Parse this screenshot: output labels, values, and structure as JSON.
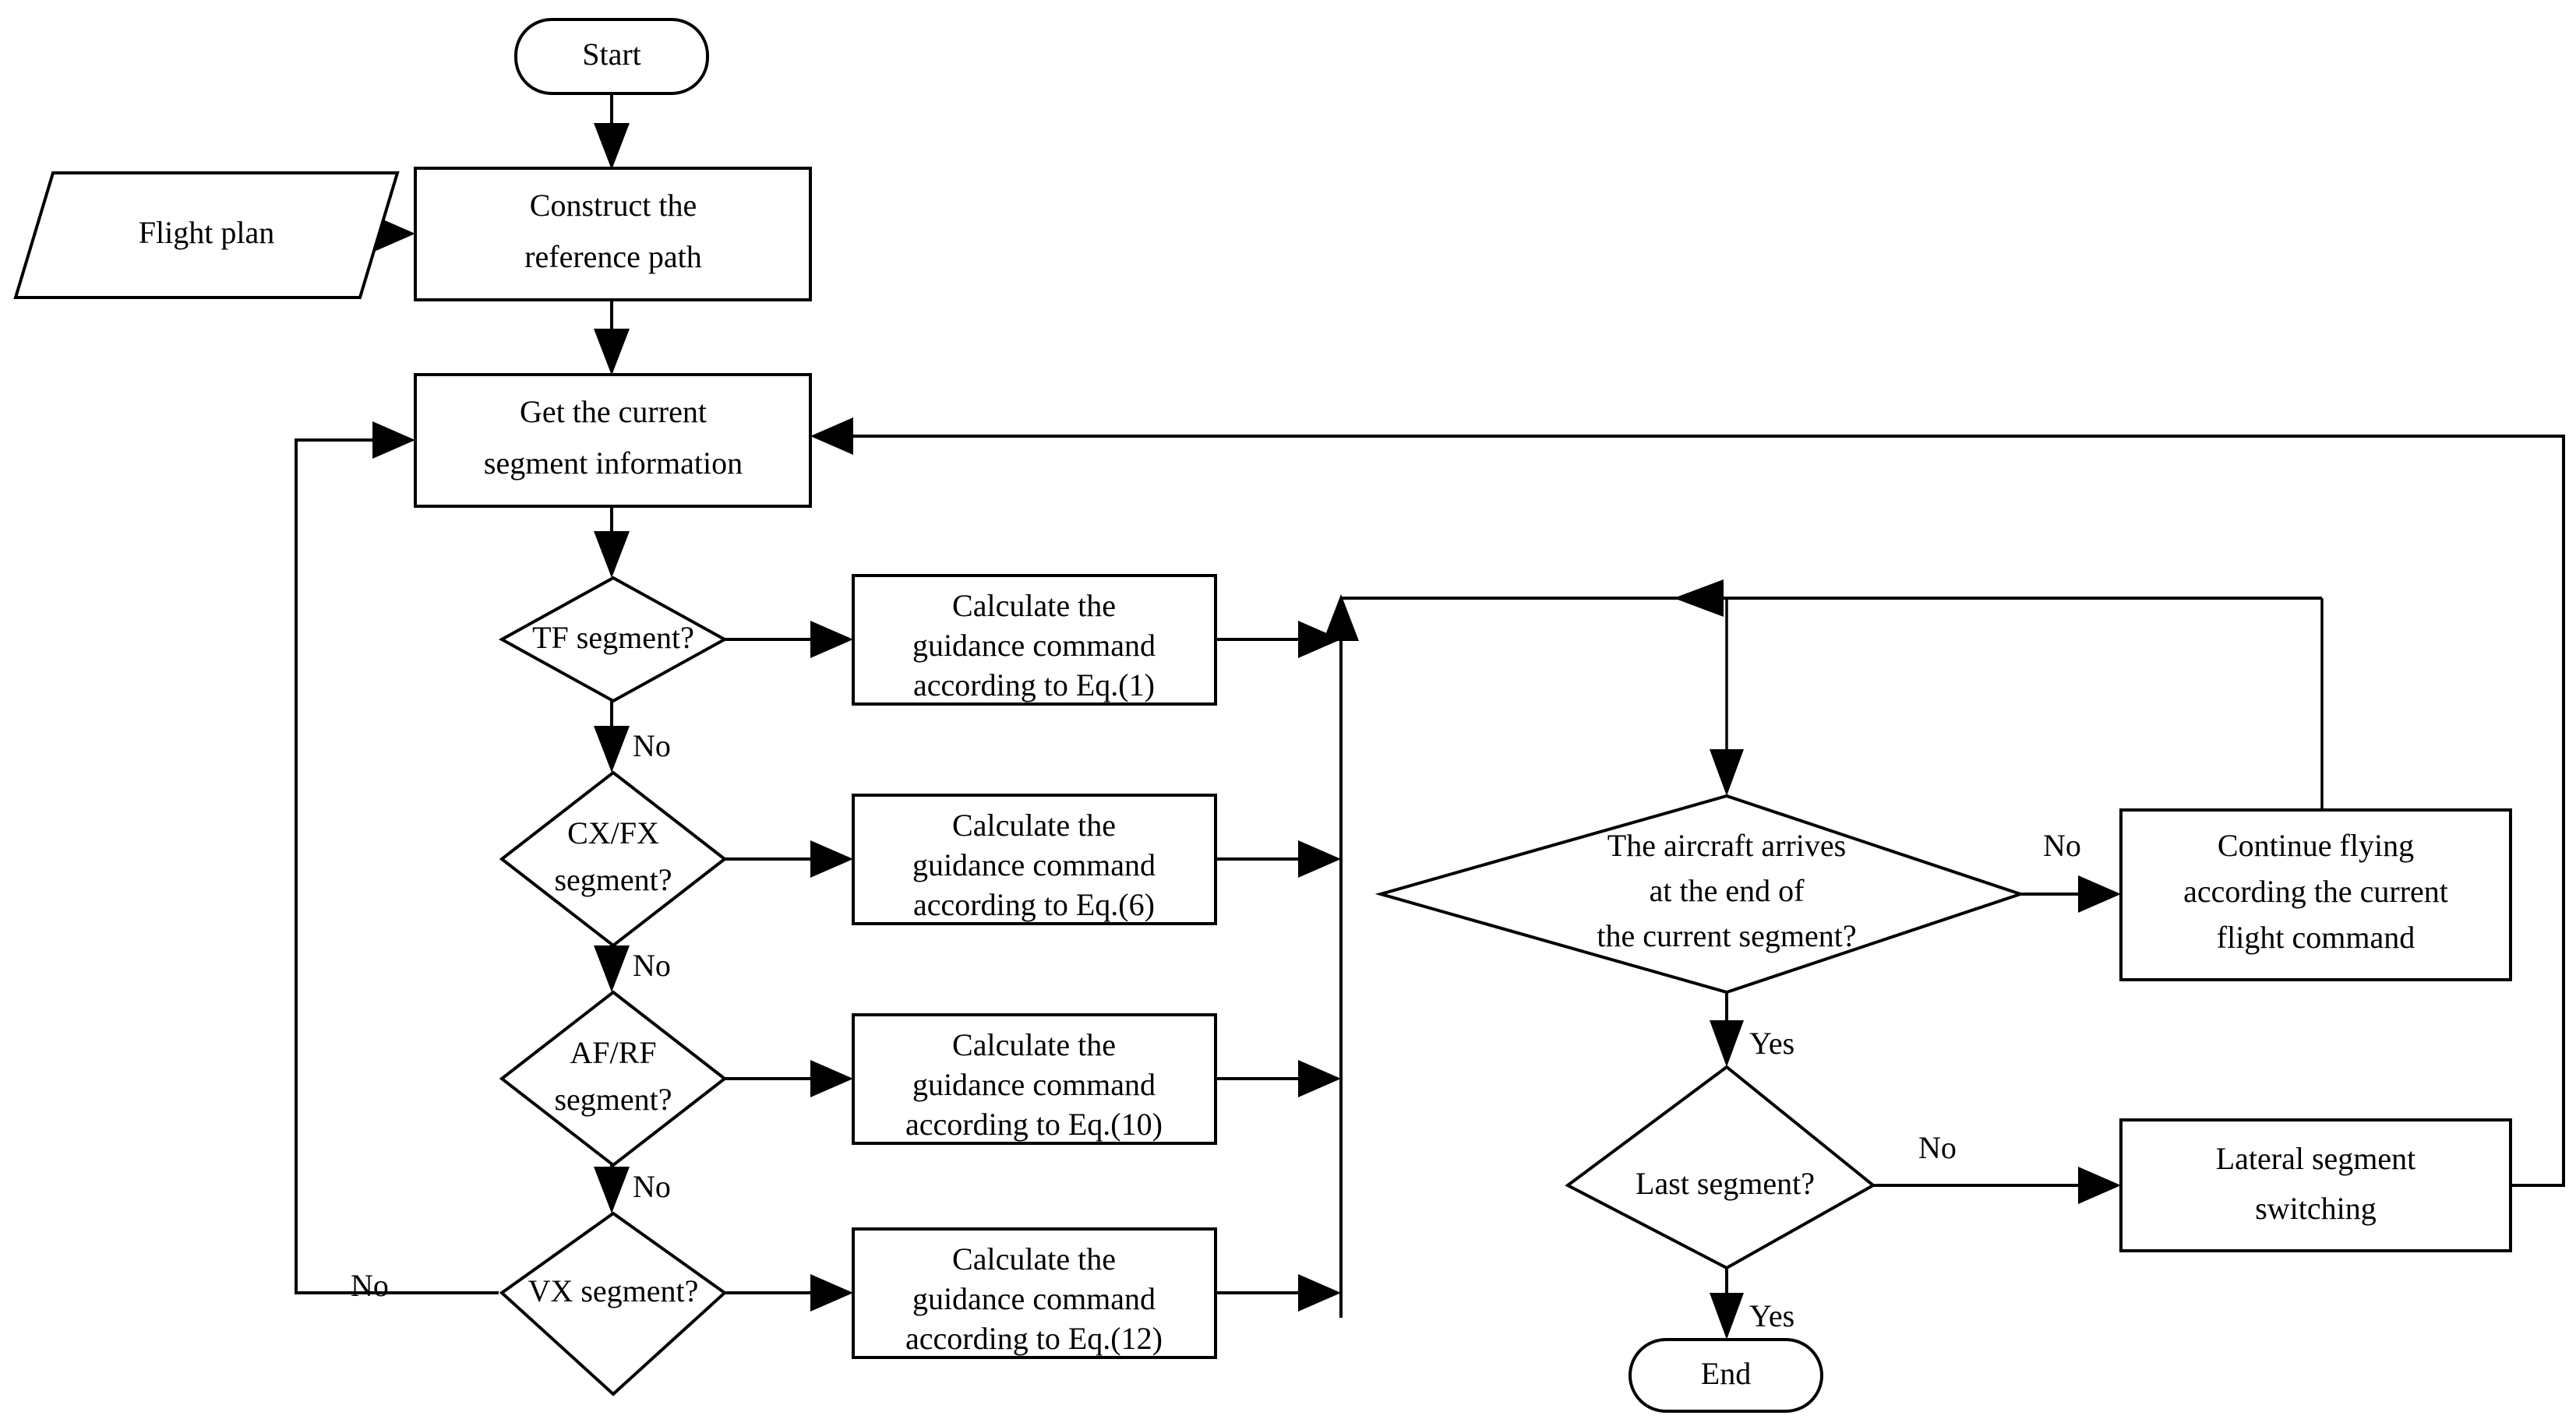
{
  "diagram": {
    "type": "flowchart",
    "title": "Lateral guidance logic flowchart",
    "orientation": "top-down-then-right",
    "stroke_color": "#000000",
    "fill_color": "#ffffff",
    "background_color": "#ffffff"
  },
  "nodes": {
    "start": {
      "shape": "terminator",
      "label": "Start"
    },
    "flight_plan": {
      "shape": "parallelogram",
      "label": "Flight plan"
    },
    "construct_path": {
      "shape": "process",
      "line1": "Construct the",
      "line2": "reference path"
    },
    "get_segment": {
      "shape": "process",
      "line1": "Get the current",
      "line2": "segment information"
    },
    "tf_decision": {
      "shape": "decision",
      "line1": "TF segment?"
    },
    "cx_fx_decision": {
      "shape": "decision",
      "line1": "CX/FX",
      "line2": "segment?"
    },
    "af_rf_decision": {
      "shape": "decision",
      "line1": "AF/RF",
      "line2": "segment?"
    },
    "vx_decision": {
      "shape": "decision",
      "line1": "VX segment?"
    },
    "calc_eq1": {
      "shape": "process",
      "line1": "Calculate the",
      "line2": "guidance command",
      "line3": "according to Eq.(1)"
    },
    "calc_eq6": {
      "shape": "process",
      "line1": "Calculate the",
      "line2": "guidance command",
      "line3": "according to Eq.(6)"
    },
    "calc_eq10": {
      "shape": "process",
      "line1": "Calculate the",
      "line2": "guidance command",
      "line3": "according to Eq.(10)"
    },
    "calc_eq12": {
      "shape": "process",
      "line1": "Calculate the",
      "line2": "guidance command",
      "line3": "according to Eq.(12)"
    },
    "arrives_end_decision": {
      "shape": "decision",
      "line1": "The aircraft arrives",
      "line2": "at the end of",
      "line3": "the current segment?"
    },
    "continue_flying": {
      "shape": "process",
      "line1": "Continue flying",
      "line2": "according the current",
      "line3": "flight command"
    },
    "last_segment_decision": {
      "shape": "decision",
      "line1": "Last segment?"
    },
    "lateral_switching": {
      "shape": "process",
      "line1": "Lateral segment",
      "line2": "switching"
    },
    "end": {
      "shape": "terminator",
      "label": "End"
    }
  },
  "edge_labels": {
    "tf_no": "No",
    "cx_fx_no": "No",
    "af_rf_no": "No",
    "vx_no": "No",
    "arrives_no": "No",
    "arrives_yes": "Yes",
    "last_no": "No",
    "last_yes": "Yes"
  }
}
